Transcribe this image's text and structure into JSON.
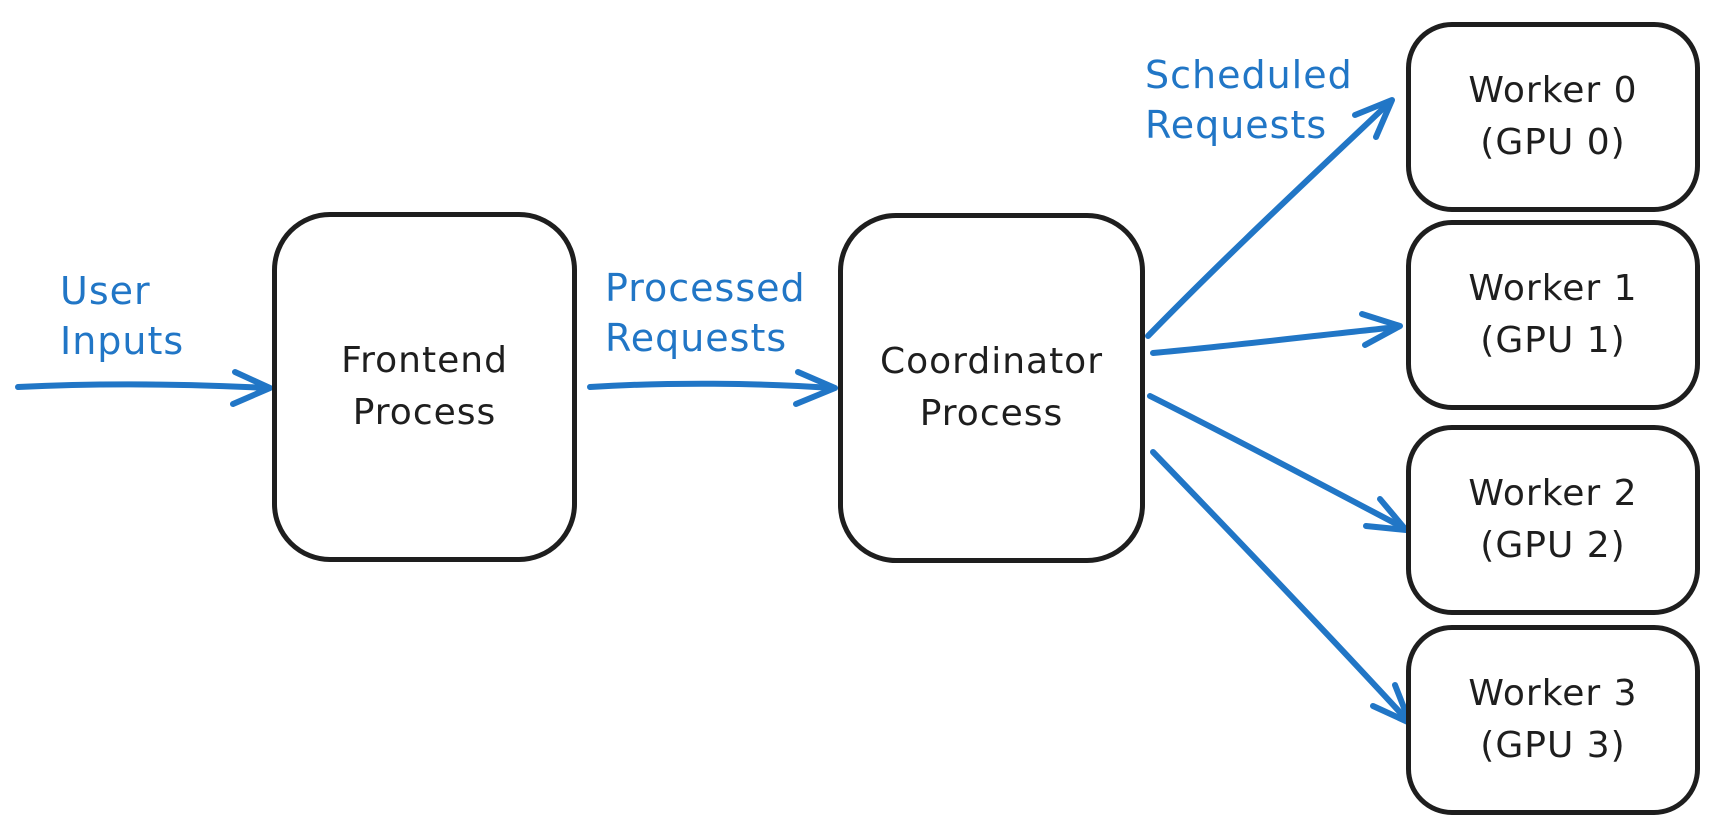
{
  "diagram_type": "flow-diagram",
  "colors": {
    "accent_blue": "#2176c6",
    "stroke_black": "#1e1e1e",
    "background": "#ffffff"
  },
  "nodes": {
    "frontend": {
      "line1": "Frontend",
      "line2": "Process"
    },
    "coordinator": {
      "line1": "Coordinator",
      "line2": "Process"
    },
    "worker0": {
      "line1": "Worker 0",
      "line2": "(GPU 0)"
    },
    "worker1": {
      "line1": "Worker 1",
      "line2": "(GPU 1)"
    },
    "worker2": {
      "line1": "Worker 2",
      "line2": "(GPU 2)"
    },
    "worker3": {
      "line1": "Worker 3",
      "line2": "(GPU 3)"
    }
  },
  "edge_labels": {
    "user_inputs": {
      "line1": "User",
      "line2": "Inputs"
    },
    "processed_requests": {
      "line1": "Processed",
      "line2": "Requests"
    },
    "scheduled_requests": {
      "line1": "Scheduled",
      "line2": "Requests"
    }
  },
  "edges": [
    {
      "from": "user",
      "to": "frontend",
      "label": "User Inputs"
    },
    {
      "from": "frontend",
      "to": "coordinator",
      "label": "Processed Requests"
    },
    {
      "from": "coordinator",
      "to": "worker0",
      "label": "Scheduled Requests"
    },
    {
      "from": "coordinator",
      "to": "worker1",
      "label": "Scheduled Requests"
    },
    {
      "from": "coordinator",
      "to": "worker2",
      "label": "Scheduled Requests"
    },
    {
      "from": "coordinator",
      "to": "worker3",
      "label": "Scheduled Requests"
    }
  ]
}
